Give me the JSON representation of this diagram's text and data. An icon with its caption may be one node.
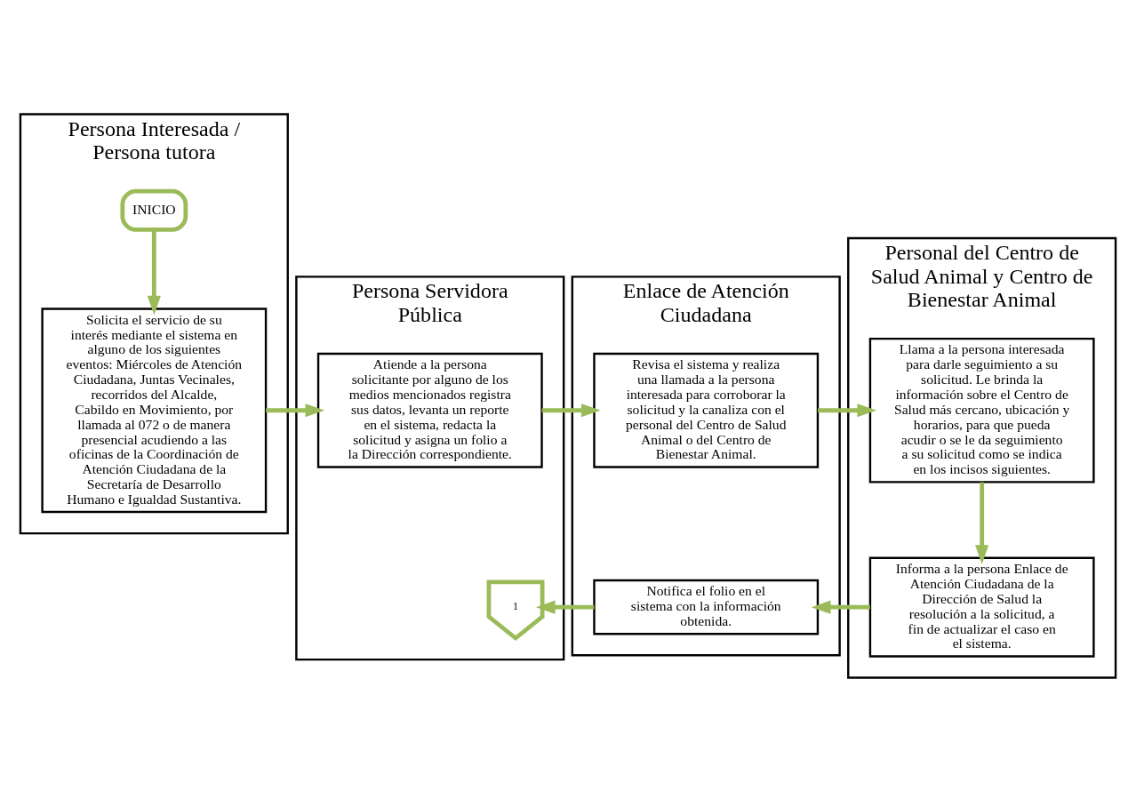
{
  "diagram": {
    "nodes": [
      {
        "text": [
          "Persona Interesada / Persona tutora"
        ]
      },
      {
        "text": [
          "Persona Servidora Pública"
        ]
      },
      {
        "text": [
          "Enlace de Atención Ciudadana"
        ]
      },
      {
        "text": [
          "Personal del Centro de Salud Animal y Centro de Bienestar Animal"
        ]
      },
      {
        "text": [
          "INICIO"
        ],
        "in": 0
      },
      {
        "text": [
          "Solicita el servicio de su interés mediante el sistema en alguno de los siguientes eventos: Miércoles de Atención Ciudadana, Juntas Vecinales, recorridos del Alcalde, Cabildo en Movimiento, por llamada al 072 o de manera presencial acudiendo a las oficinas de la Coordinación de Atención Ciudadana de la Secretaría de Desarrollo Humano e Igualdad Sustantiva."
        ],
        "in": 0
      },
      {
        "text": [
          "Atiende a la persona solicitante por alguno de los medios mencionados registra sus datos, levanta un reporte en el sistema, redacta la solicitud y asigna un folio a la Dirección correspondiente."
        ],
        "in": 1
      },
      {
        "text": [
          "Revisa el sistema y realiza una llamada a la persona interesada para corroborar la solicitud y la canaliza con el personal del Centro de Salud Animal o del Centro de Bienestar Animal."
        ],
        "in": 2
      },
      {
        "text": [
          "Llama a la persona interesada para darle seguimiento a su solicitud. Le brinda la información sobre el Centro de Salud más cercano, ubicación y horarios, para que pueda acudir o se le da seguimiento a su solicitud como se indica en los incisos siguientes."
        ],
        "in": 3
      },
      {
        "text": [
          "Informa a la persona Enlace de Atención Ciudadana de la Dirección de Salud la resolución a la solicitud, a fin de actualizar el caso en el sistema."
        ],
        "in": 3
      },
      {
        "text": [
          "Notifica el folio en el sistema con la información obtenida."
        ],
        "in": 2
      },
      {
        "text": [
          "1"
        ],
        "in": 1
      }
    ],
    "edges": [
      {
        "from": 4,
        "to": 5,
        "arrow": "to"
      },
      {
        "from": 5,
        "to": 6,
        "arrow": "to"
      },
      {
        "from": 6,
        "to": 7,
        "arrow": "to"
      },
      {
        "from": 7,
        "to": 8,
        "arrow": "to"
      },
      {
        "from": 8,
        "to": 9,
        "arrow": "to"
      },
      {
        "from": 9,
        "to": 10,
        "arrow": "to"
      },
      {
        "from": 10,
        "to": 11,
        "arrow": "to"
      }
    ]
  }
}
